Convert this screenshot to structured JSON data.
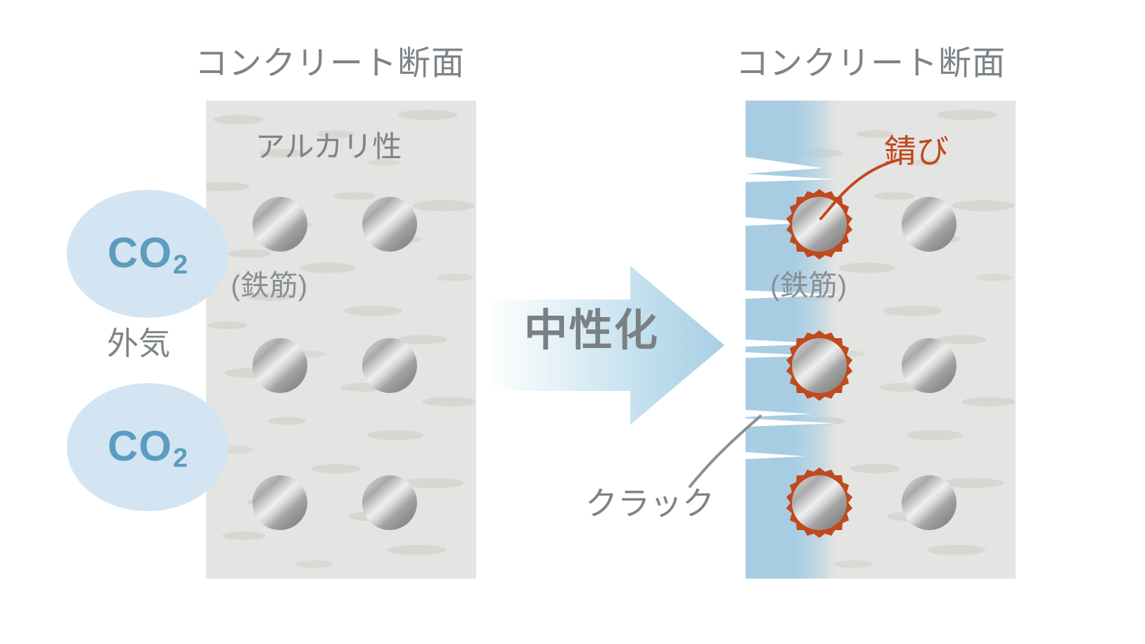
{
  "diagram": {
    "left_panel": {
      "title": "コンクリート断面",
      "state_label": "アルカリ性",
      "rebar_label": "(鉄筋)"
    },
    "right_panel": {
      "title": "コンクリート断面",
      "rebar_label": "(鉄筋)"
    },
    "arrow": {
      "label": "中性化"
    },
    "co2_bubbles": [
      {
        "formula": "CO",
        "subscript": "2"
      },
      {
        "formula": "CO",
        "subscript": "2"
      }
    ],
    "outside_air_label": "外気",
    "callouts": {
      "rust": "錆び",
      "crack": "クラック"
    },
    "colors": {
      "concrete": "#e4e4e2",
      "concrete_mottle": "#d6d7d3",
      "carbonated_zone": "#a8cde3",
      "co2_bubble": "#d3e5f2",
      "co2_text": "#5c9cbf",
      "rust": "#c0491e",
      "gray_text": "#7d8387",
      "arrow_start": "#f4f9fc",
      "arrow_end": "#a9cfe3",
      "rebar_light": "#efefef",
      "rebar_dark": "#7e7e7e"
    }
  }
}
